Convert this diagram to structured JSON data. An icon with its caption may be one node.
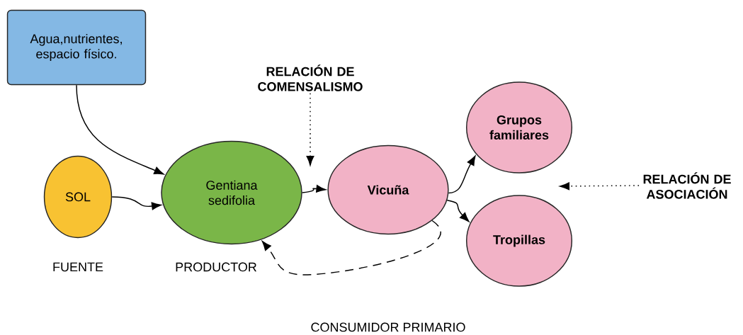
{
  "diagram": {
    "nodes": [
      {
        "text": [
          "Agua,nutrientes, espacio físico."
        ]
      },
      {
        "text": [
          "SOL"
        ],
        "beside": [
          "FUENTE"
        ]
      },
      {
        "text": [
          "Gentiana sedifolia"
        ],
        "beside": [
          "PRODUCTOR"
        ]
      },
      {
        "text": [
          "Vicuña"
        ]
      },
      {
        "text": [
          "Grupos familiares"
        ]
      },
      {
        "text": [
          "Tropillas"
        ]
      },
      {
        "text": [
          "RELACIÓN DE COMENSALISMO"
        ]
      },
      {
        "text": [
          "RELACIÓN DE ASOCIACIÓN"
        ]
      }
    ],
    "edges": [
      {
        "from": 0,
        "to": 2,
        "arrow": "to"
      },
      {
        "from": 1,
        "to": 2,
        "arrow": "to"
      },
      {
        "from": 2,
        "to": 3,
        "arrow": "to"
      },
      {
        "from": 3,
        "to": 4,
        "arrow": "to"
      },
      {
        "from": 3,
        "to": 5,
        "arrow": "to"
      },
      {
        "from": 3,
        "to": 2,
        "arrow": "to",
        "style": "dashed"
      },
      {
        "from": 6,
        "to": null,
        "arrow": "to",
        "style": "dashed"
      },
      {
        "from": 7,
        "to": null,
        "arrow": "to",
        "style": "dashed"
      }
    ],
    "labels": [
      "CONSUMIDOR PRIMARIO"
    ]
  }
}
